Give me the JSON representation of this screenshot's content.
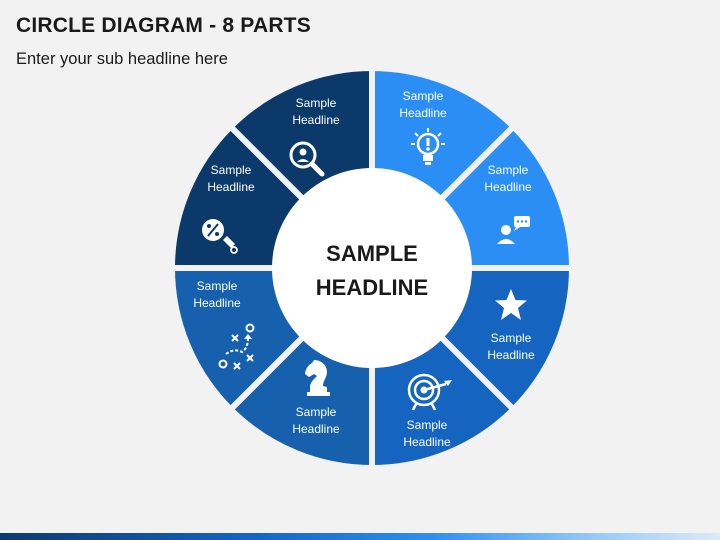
{
  "header": {
    "title": "CIRCLE DIAGRAM - 8 PARTS",
    "subtitle": "Enter your sub headline here"
  },
  "center": {
    "line1": "SAMPLE",
    "line2": "HEADLINE"
  },
  "segments": [
    {
      "id": "top-right",
      "label1": "Sample",
      "label2": "Headline",
      "icon": "lightbulb-icon",
      "color": "#2a8ef5"
    },
    {
      "id": "right-upper",
      "label1": "Sample",
      "label2": "Headline",
      "icon": "user-chat-icon",
      "color": "#2a8ef5"
    },
    {
      "id": "right-lower",
      "label1": "Sample",
      "label2": "Headline",
      "icon": "star-icon",
      "color": "#1565c0"
    },
    {
      "id": "bottom-right",
      "label1": "Sample",
      "label2": "Headline",
      "icon": "target-arrow-icon",
      "color": "#1565c0"
    },
    {
      "id": "bottom-left",
      "label1": "Sample",
      "label2": "Headline",
      "icon": "chess-knight-icon",
      "color": "#1660ae"
    },
    {
      "id": "left-lower",
      "label1": "Sample",
      "label2": "Headline",
      "icon": "strategy-play-icon",
      "color": "#1660ae"
    },
    {
      "id": "left-upper",
      "label1": "Sample",
      "label2": "Headline",
      "icon": "percent-tag-icon",
      "color": "#0b3a6a"
    },
    {
      "id": "top-left",
      "label1": "Sample",
      "label2": "Headline",
      "icon": "search-person-icon",
      "color": "#0b3a6a"
    }
  ]
}
